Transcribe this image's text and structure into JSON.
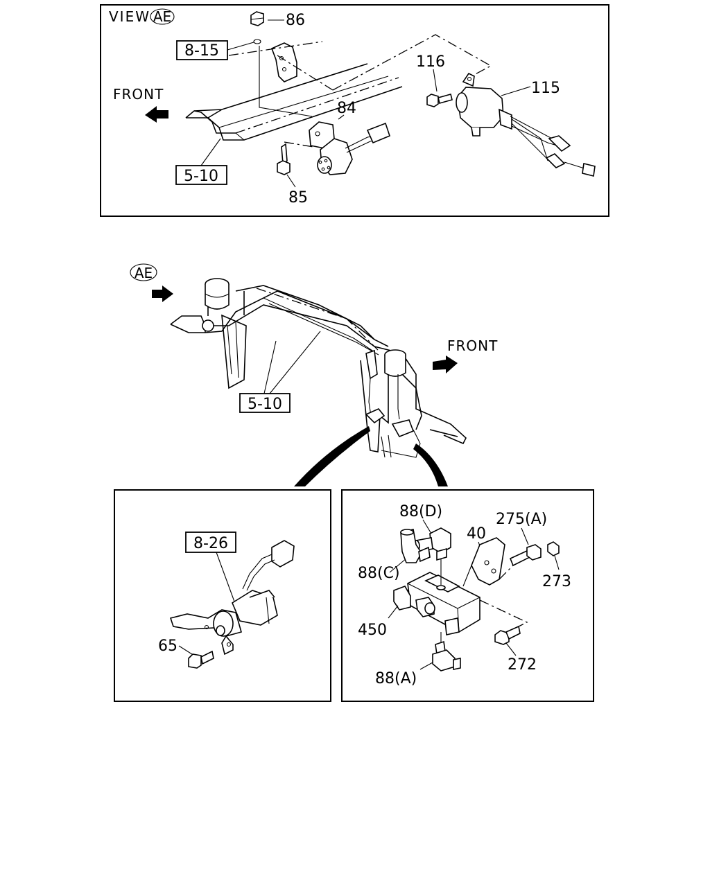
{
  "view_a": {
    "view_label": "VIEW",
    "view_ref": "AE",
    "front_label": "FRONT",
    "callouts": {
      "c86": "86",
      "c8_15": "8-15",
      "c116": "116",
      "c115": "115",
      "c84": "84",
      "c5_10": "5-10",
      "c85": "85"
    }
  },
  "overview": {
    "view_ref": "AE",
    "front_label": "FRONT",
    "callout_5_10": "5-10"
  },
  "detail_left": {
    "callout_8_26": "8-26",
    "callout_65": "65"
  },
  "detail_right": {
    "callouts": {
      "c88d": "88(D)",
      "c40": "40",
      "c275a": "275(A)",
      "c88c": "88(C)",
      "c273": "273",
      "c450": "450",
      "c272": "272",
      "c88a": "88(A)"
    }
  }
}
